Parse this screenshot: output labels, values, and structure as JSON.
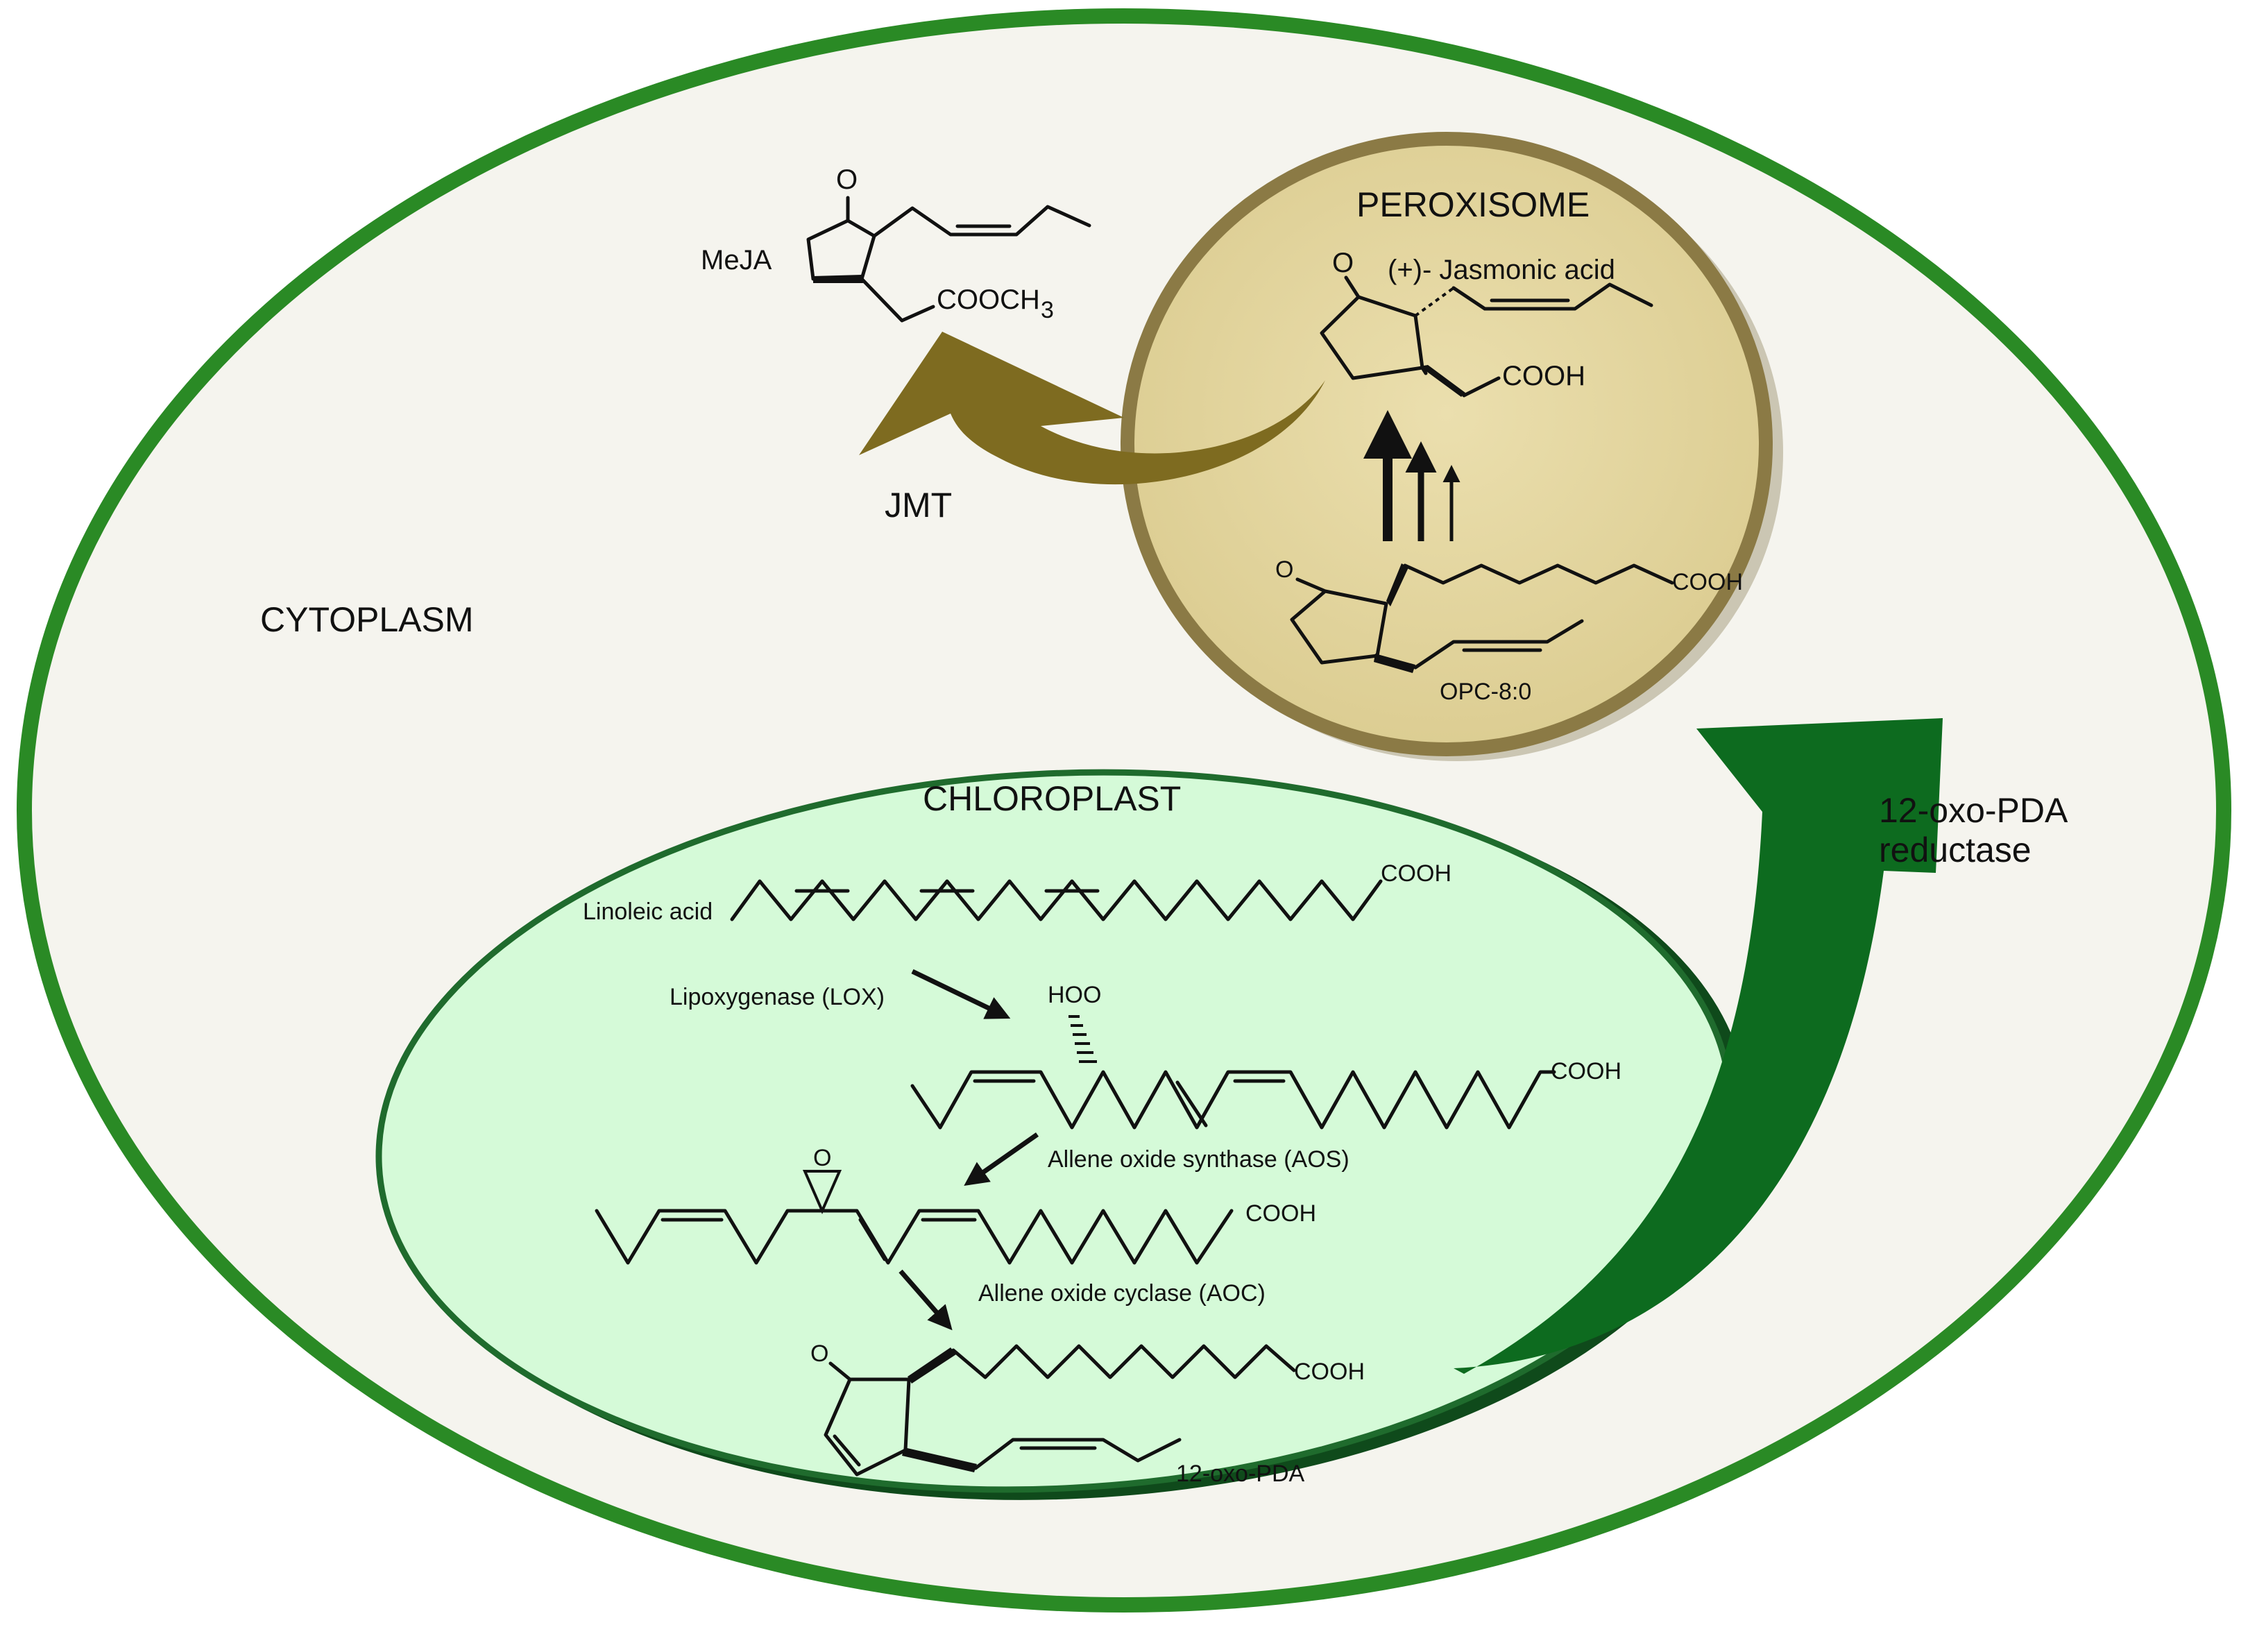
{
  "colors": {
    "cell_border": "#2a8a25",
    "cytoplasm": "#f5f4ee",
    "peroxisome_fill": "#e2d4a0",
    "peroxisome_border": "#8b7a45",
    "jmt_arrow": "#7e6b20",
    "chloroplast_fill": "#d5fad8",
    "chloroplast_border": "#1f6b2d",
    "reductase_arrow": "#0d6b1f"
  },
  "compartments": {
    "cytoplasm": "CYTOPLASM",
    "peroxisome": "PEROXISOME",
    "chloroplast": "CHLOROPLAST"
  },
  "molecules": {
    "meja": {
      "name": "MeJA",
      "oxygen": "O",
      "group": "COOCH",
      "subscript": "3"
    },
    "jasmonic_acid": {
      "name": "(+)- Jasmonic acid",
      "oxygen": "O",
      "group": "COOH"
    },
    "opc": {
      "name": "OPC-8:0",
      "oxygen": "O",
      "group": "COOH"
    },
    "linoleic": {
      "name": "Linoleic acid",
      "group": "COOH"
    },
    "hydroperoxide": {
      "hoo": "HOO",
      "group": "COOH"
    },
    "allene_oxide": {
      "oxygen": "O",
      "group": "COOH"
    },
    "oxo_pda": {
      "name": "12-oxo-PDA",
      "oxygen": "O",
      "group": "COOH"
    }
  },
  "enzymes": {
    "jmt": "JMT",
    "lox": "Lipoxygenase (LOX)",
    "aos": "Allene oxide synthase (AOS)",
    "aoc": "Allene oxide cyclase (AOC)",
    "reductase_line1": "12-oxo-PDA",
    "reductase_line2": "reductase"
  },
  "icons": [
    "beta-oxidation-arrow-icon",
    "enzyme-step-arrow-icon",
    "transport-arrow-icon"
  ]
}
